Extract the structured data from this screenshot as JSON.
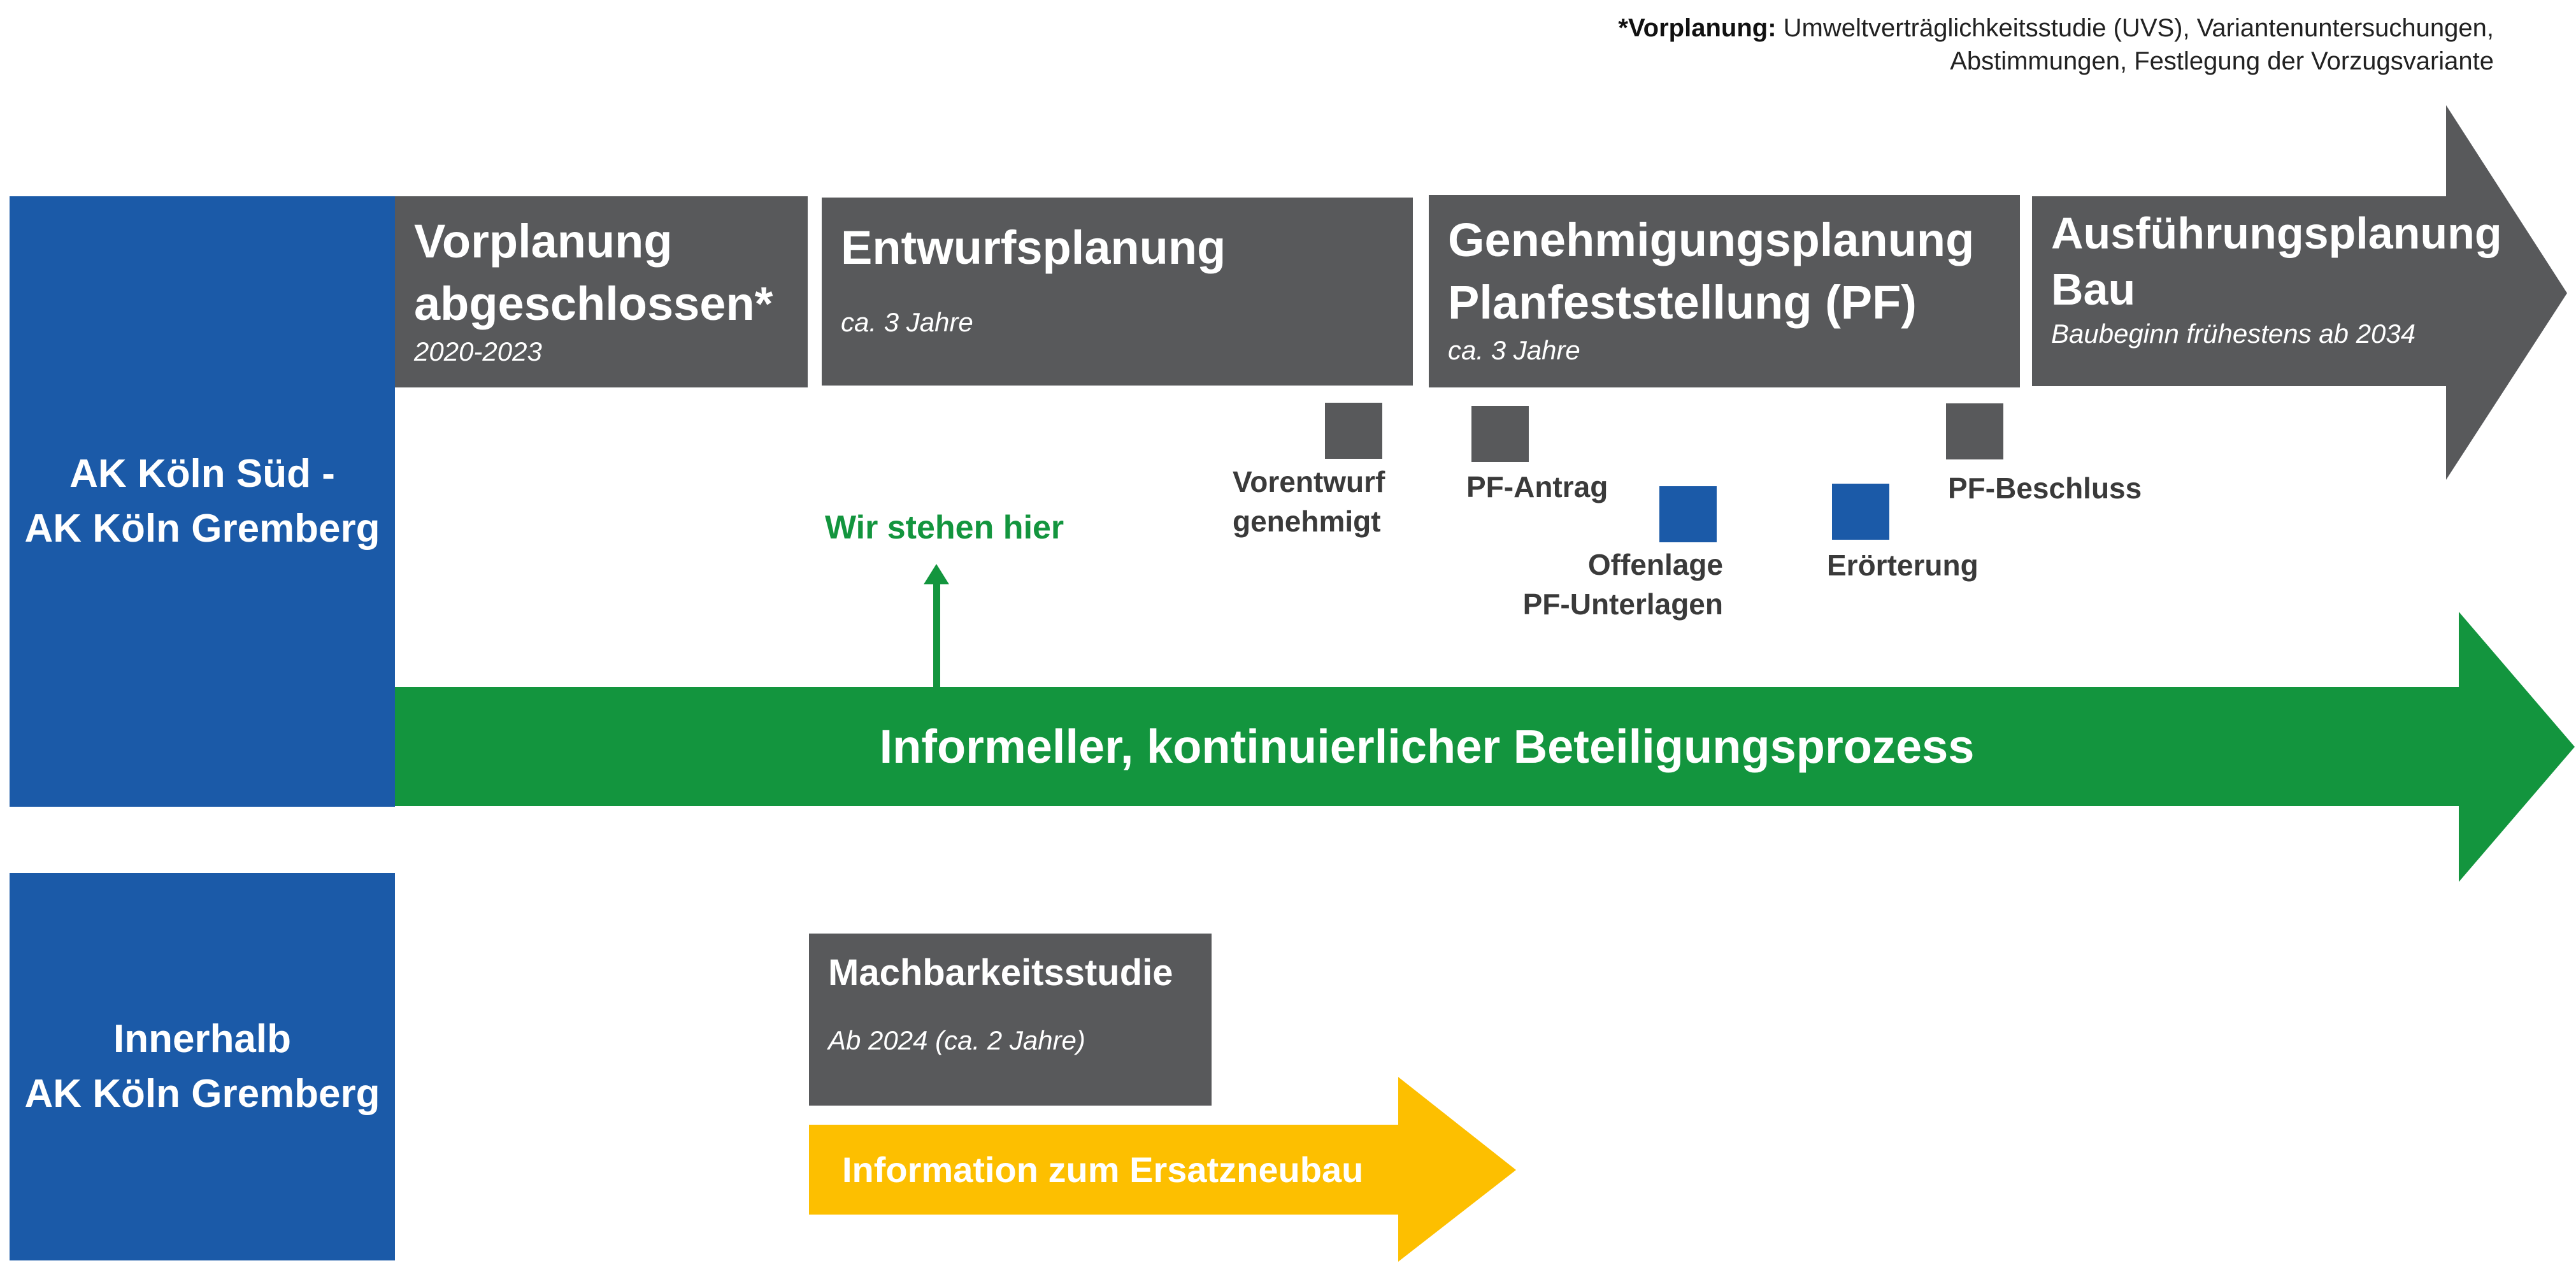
{
  "footnote": {
    "bold": "*Vorplanung:",
    "line1": "Umweltverträglichkeitsstudie (UVS), Variantenuntersuchungen,",
    "line2": "Abstimmungen, Festlegung der Vorzugsvariante"
  },
  "rows": {
    "top": "AK Köln Süd -\nAK Köln Gremberg",
    "bottom": "Innerhalb\nAK Köln Gremberg"
  },
  "phases": [
    {
      "title": "Vorplanung\nabgeschlossen*",
      "subtitle": "2020-2023"
    },
    {
      "title": "Entwurfsplanung",
      "subtitle": "ca. 3 Jahre"
    },
    {
      "title": "Genehmigungsplanung\nPlanfeststellung (PF)",
      "subtitle": "ca. 3 Jahre"
    },
    {
      "title": "Ausführungsplanung\nBau",
      "subtitle": "Baubeginn frühestens ab 2034"
    }
  ],
  "milestones": [
    {
      "label": "Vorentwurf\ngenehmigt",
      "color": "#58595b"
    },
    {
      "label": "PF-Antrag",
      "color": "#58595b"
    },
    {
      "label": "Offenlage\nPF-Unterlagen",
      "color": "#1b5aa8"
    },
    {
      "label": "Erörterung",
      "color": "#1b5aa8"
    },
    {
      "label": "PF-Beschluss",
      "color": "#58595b"
    }
  ],
  "marker": {
    "label": "Wir stehen hier"
  },
  "participation": {
    "label": "Informeller, kontinuierlicher Beteiligungsprozess"
  },
  "feasibility": {
    "title": "Machbarkeitsstudie",
    "subtitle": "Ab 2024 (ca. 2 Jahre)"
  },
  "info": {
    "label": "Information zum Ersatzneubau"
  },
  "colors": {
    "phase_grey": "#58595b",
    "row_blue": "#1b5aa8",
    "participation_green": "#13953e",
    "info_yellow": "#fdbf00"
  }
}
